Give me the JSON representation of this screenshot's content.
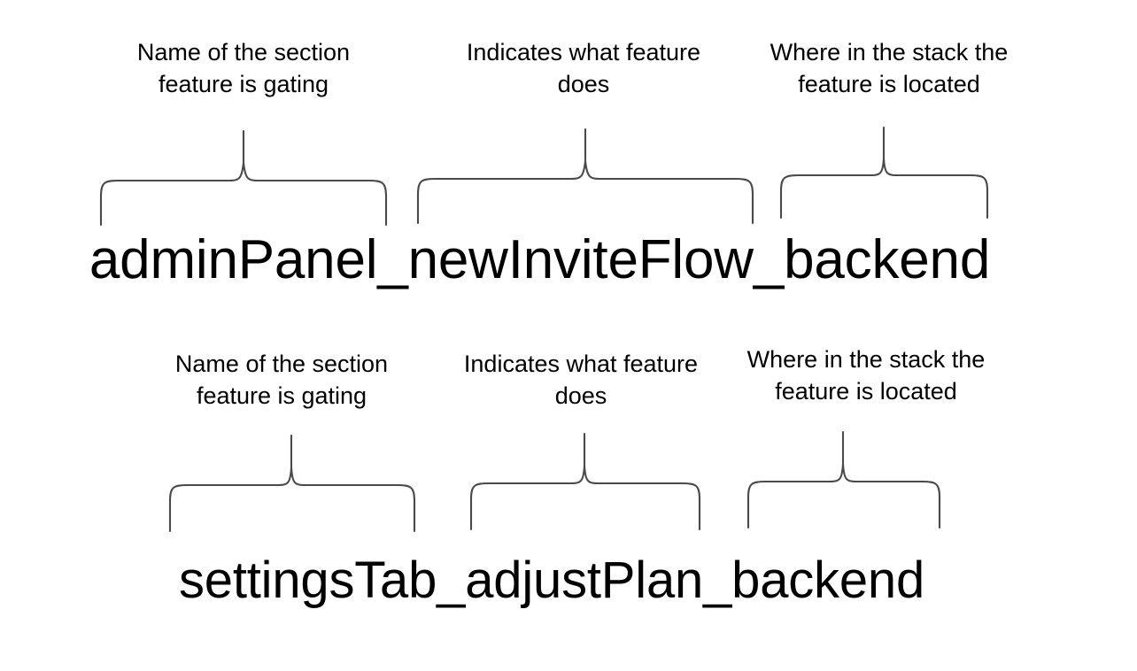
{
  "slide": {
    "background_color": "#ffffff",
    "text_color": "#000000",
    "brace_color": "#4a4a4a"
  },
  "rows": [
    {
      "flag": "adminPanel_newInviteFlow_backend",
      "segments": [
        {
          "token": "adminPanel",
          "caption": "Name of the section\nfeature is gating"
        },
        {
          "token": "newInviteFlow",
          "caption": "Indicates what feature\ndoes"
        },
        {
          "token": "backend",
          "caption": "Where in the stack the\nfeature is located"
        }
      ]
    },
    {
      "flag": "settingsTab_adjustPlan_backend",
      "segments": [
        {
          "token": "settingsTab",
          "caption": "Name of the section\nfeature is gating"
        },
        {
          "token": "adjustPlan",
          "caption": "Indicates what feature\ndoes"
        },
        {
          "token": "backend",
          "caption": "Where in the stack the\nfeature is located"
        }
      ]
    }
  ]
}
